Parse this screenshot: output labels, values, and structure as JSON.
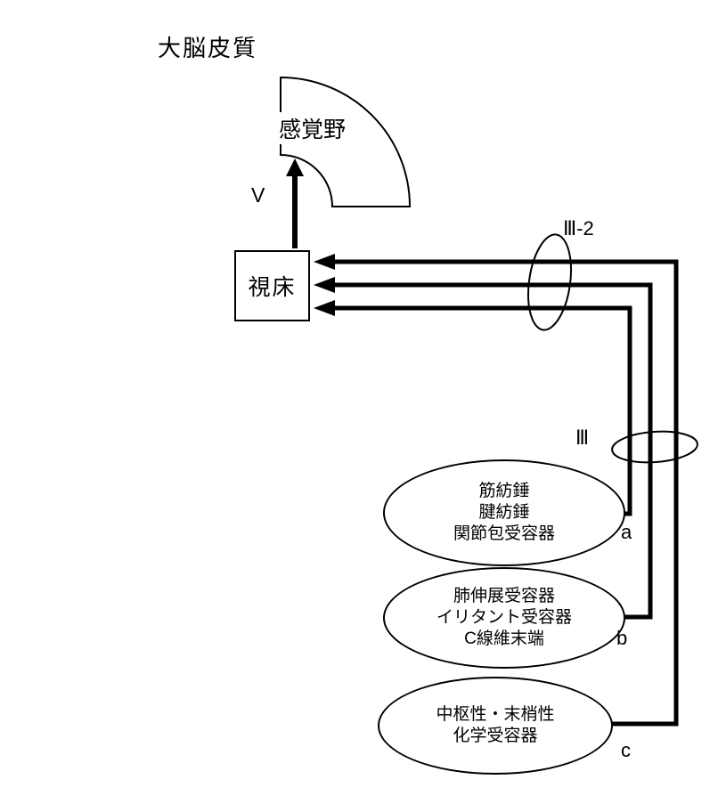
{
  "diagram": {
    "cortex_title": "大脳皮質",
    "sensory_area_label": "感覚野",
    "thalamus_label": "視床",
    "pathway_v_label": "V",
    "fiber_labels": {
      "iii2": "Ⅲ-2",
      "iii": "Ⅲ"
    },
    "receptors": [
      {
        "tag": "a",
        "lines": [
          "筋紡錘",
          "腱紡錘",
          "関節包受容器"
        ]
      },
      {
        "tag": "b",
        "lines": [
          "肺伸展受容器",
          "イリタント受容器",
          "C線維末端"
        ]
      },
      {
        "tag": "c",
        "lines": [
          "中枢性・末梢性",
          "化学受容器"
        ]
      }
    ]
  }
}
